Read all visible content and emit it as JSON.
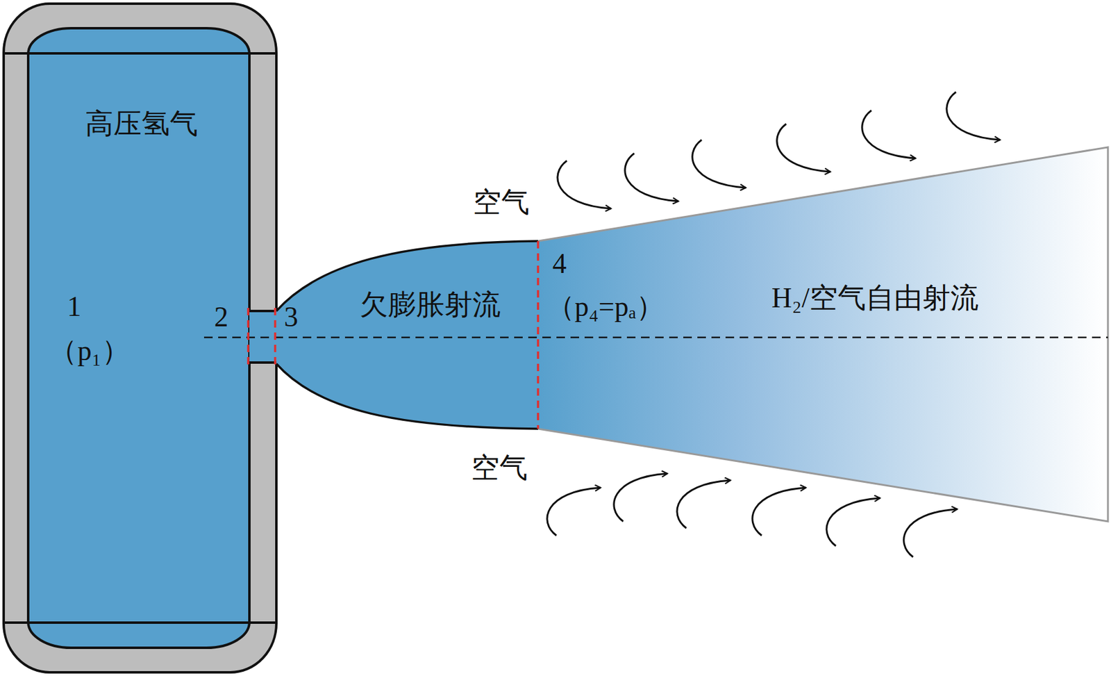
{
  "diagram": {
    "nodes": [
      {
        "text": [
          "高压氢气"
        ]
      },
      {
        "text": [
          "欠膨胀射流"
        ]
      },
      {
        "text": [
          "H₂/空气自由射流"
        ]
      }
    ],
    "labels": [
      "1",
      "（p₁）",
      "2",
      "3",
      "4",
      "（p₄=pₐ）",
      "空气",
      "空气"
    ]
  }
}
